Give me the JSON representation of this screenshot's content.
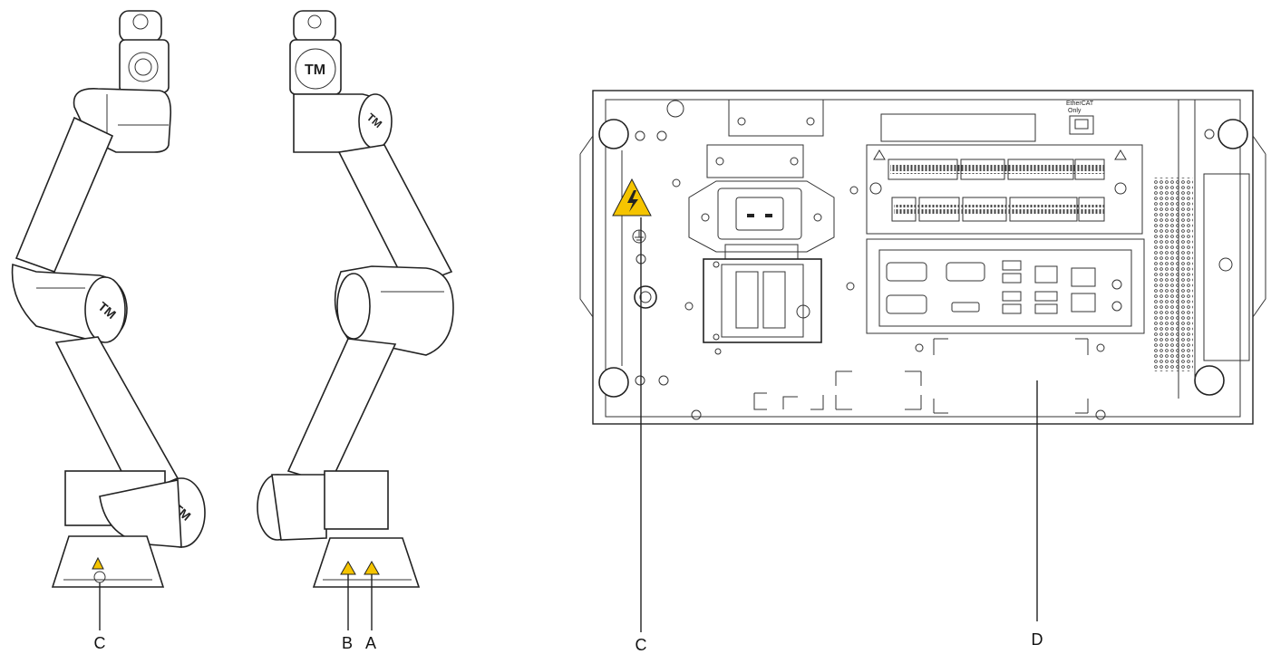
{
  "labels": {
    "left_robot": "C",
    "right_robot_b": "B",
    "right_robot_a": "A",
    "controller_c": "C",
    "controller_d": "D"
  },
  "port_text": {
    "ethercat_line1": "EtherCAT",
    "ethercat_line2": "Only"
  },
  "logo_text": "TM",
  "colors": {
    "warning_yellow": "#f5c400",
    "line": "#222222"
  }
}
